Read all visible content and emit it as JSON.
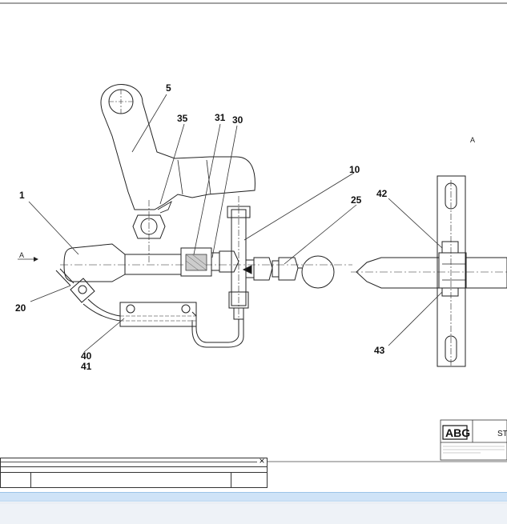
{
  "drawing": {
    "view_label": "A",
    "arrow_label": "A",
    "callouts": {
      "c1": "1",
      "c5": "5",
      "c10": "10",
      "c20": "20",
      "c25": "25",
      "c30": "30",
      "c31": "31",
      "c35": "35",
      "c40": "40",
      "c41": "41",
      "c42": "42",
      "c43": "43"
    }
  },
  "title_block": {
    "logo": "ABG",
    "code": "ST"
  },
  "command_panel": {
    "close_glyph": "×",
    "cells": [
      "",
      "",
      ""
    ]
  }
}
